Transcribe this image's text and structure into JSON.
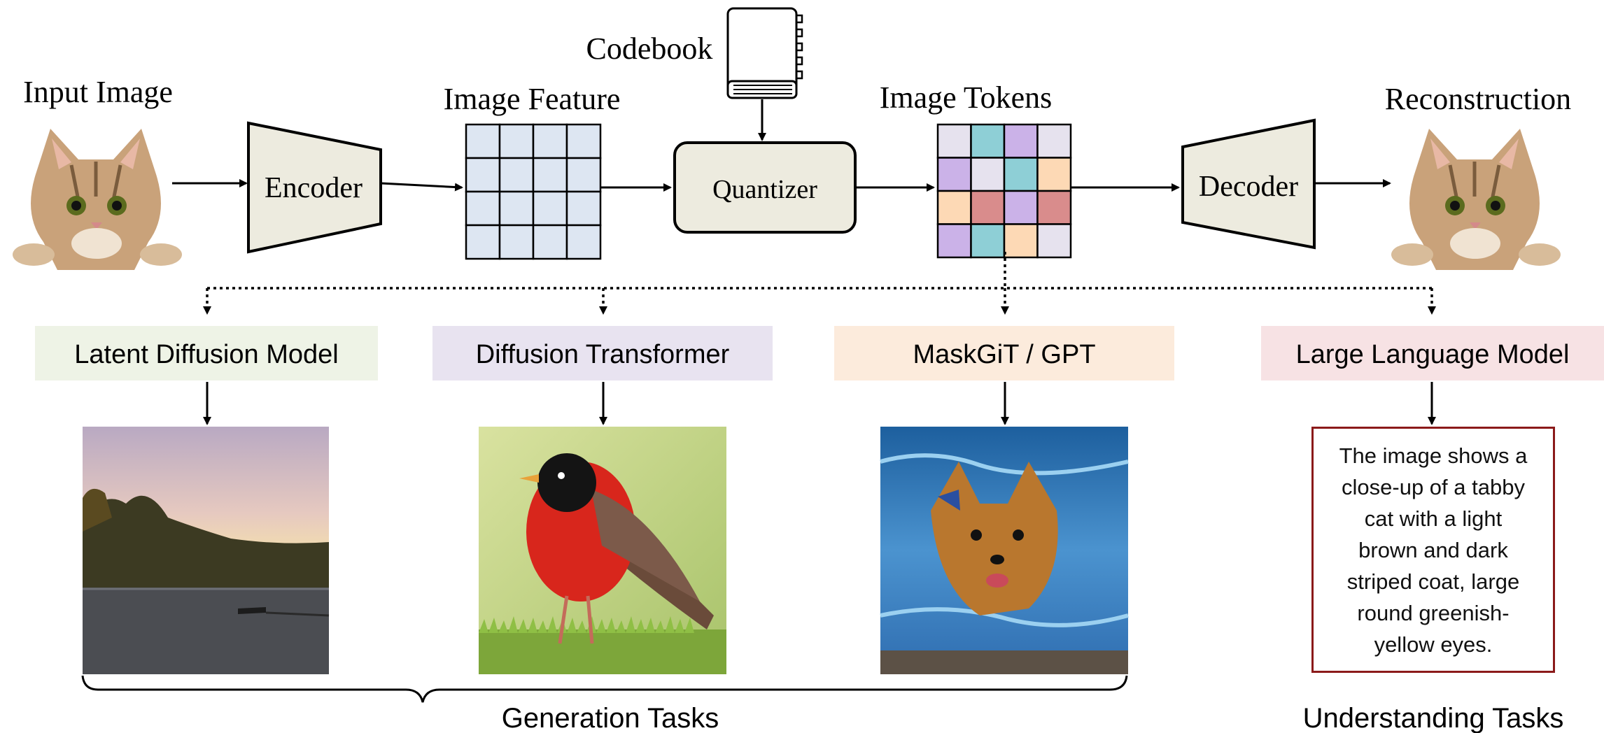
{
  "pipeline": {
    "input_label": "Input Image",
    "encoder_label": "Encoder",
    "feature_label": "Image Feature",
    "codebook_label": "Codebook",
    "quantizer_label": "Quantizer",
    "tokens_label": "Image Tokens",
    "decoder_label": "Decoder",
    "reconstruction_label": "Reconstruction"
  },
  "token_grid": [
    [
      "#e6e2ee",
      "#8ecfd6",
      "#cbb2e8",
      "#e6e2ee"
    ],
    [
      "#cbb2e8",
      "#e6e2ee",
      "#8ecfd6",
      "#fdd9b5"
    ],
    [
      "#fdd9b5",
      "#d98c8c",
      "#cbb2e8",
      "#d98c8c"
    ],
    [
      "#cbb2e8",
      "#8ecfd6",
      "#fdd9b5",
      "#e6e2ee"
    ]
  ],
  "models": [
    {
      "label": "Latent Diffusion Model",
      "color": "#eef3e6"
    },
    {
      "label": "Diffusion Transformer",
      "color": "#e8e3f0"
    },
    {
      "label": "MaskGiT / GPT",
      "color": "#fcebdc"
    },
    {
      "label": "Large Language Model",
      "color": "#f7e2e4"
    }
  ],
  "colors": {
    "trapezoid_fill": "#edebdf",
    "feature_fill": "#dde6f2",
    "quantizer_fill": "#edebdf",
    "caption_border": "#8b1a1a"
  },
  "output_caption": "The image shows a close-up of a tabby cat with a light brown and dark striped coat, large round greenish-yellow eyes.",
  "groups": {
    "generation": "Generation Tasks",
    "understanding": "Understanding Tasks"
  }
}
